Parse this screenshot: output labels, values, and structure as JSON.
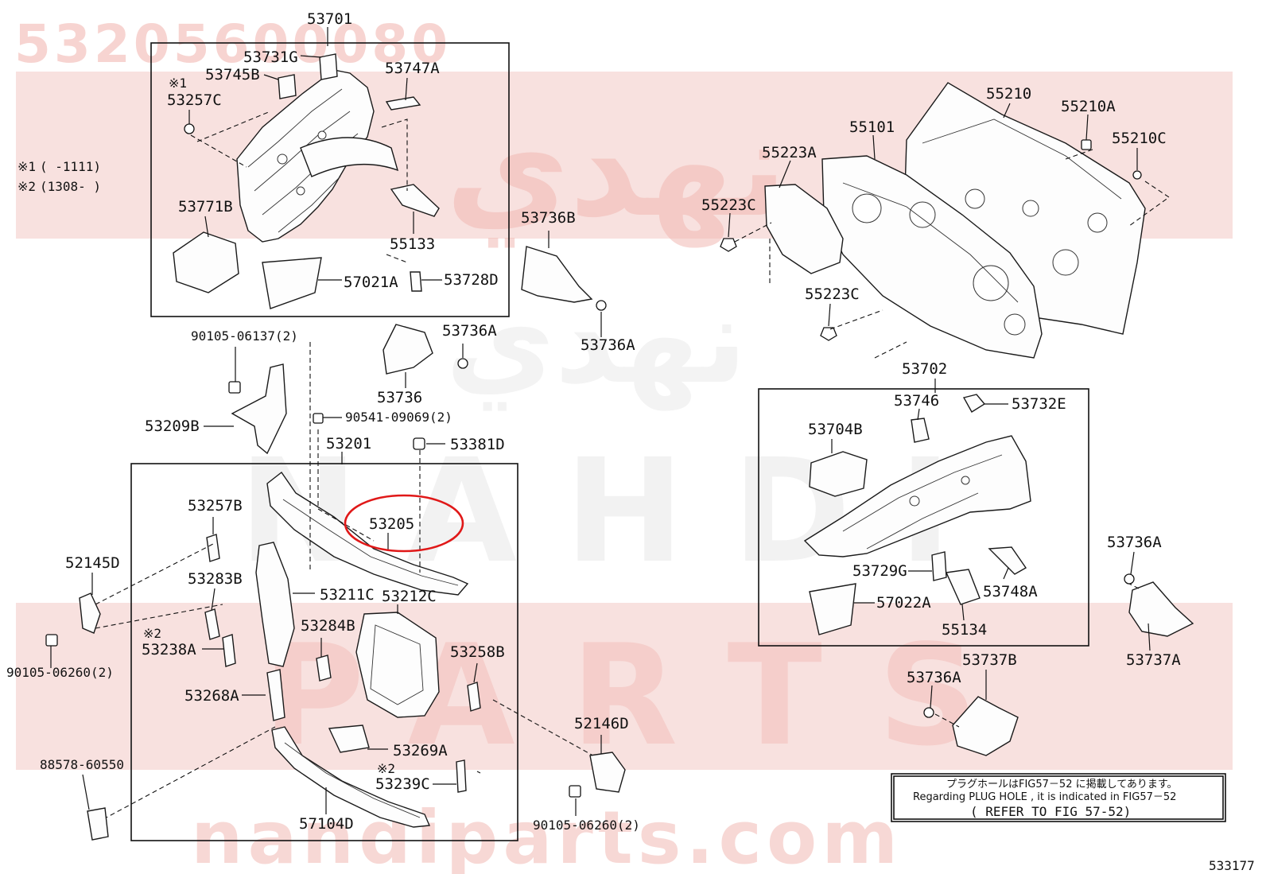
{
  "header": {
    "part_number": "53205600080"
  },
  "watermark": {
    "top": "نهدي",
    "middle": "NAHDI",
    "lower": "PARTS",
    "site": "nandiparts.com"
  },
  "notes": {
    "note1_mark": "※1",
    "note1_range": "(        -1111)",
    "note2_mark": "※2",
    "note2_range": "(1308-        )"
  },
  "labels": {
    "l53701": "53701",
    "l53731G": "53731G",
    "l53745B": "53745B",
    "l53747A": "53747A",
    "mark1": "※1",
    "l53257C": "53257C",
    "l53771B": "53771B",
    "l55133": "55133",
    "l57021A": "57021A",
    "l53728D": "53728D",
    "l53736B": "53736B",
    "l53736A_1": "53736A",
    "l53736A_2": "53736A",
    "l53736": "53736",
    "l90105_06137": "90105-06137(2)",
    "l53209B": "53209B",
    "l90541_09069": "90541-09069(2)",
    "l53201": "53201",
    "l53381D": "53381D",
    "l53205": "53205",
    "l53257B": "53257B",
    "l52145D": "52145D",
    "l53283B": "53283B",
    "l53211C": "53211C",
    "l53212C": "53212C",
    "mark2a": "※2",
    "l53238A": "53238A",
    "l53284B": "53284B",
    "l53258B": "53258B",
    "l90105_06260_a": "90105-06260(2)",
    "l53268A": "53268A",
    "l53269A": "53269A",
    "mark2b": "※2",
    "l53239C": "53239C",
    "l88578_60550": "88578-60550",
    "l57104D": "57104D",
    "l52146D": "52146D",
    "l90105_06260_b": "90105-06260(2)",
    "l55210": "55210",
    "l55101": "55101",
    "l55210A": "55210A",
    "l55223A": "55223A",
    "l55210C": "55210C",
    "l55223C_1": "55223C",
    "l55223C_2": "55223C",
    "l53702": "53702",
    "l53746": "53746",
    "l53732E": "53732E",
    "l53704B": "53704B",
    "l53729G": "53729G",
    "l53748A": "53748A",
    "l57022A": "57022A",
    "l55134": "55134",
    "l53736A_3": "53736A",
    "l53737A": "53737A",
    "l53737B": "53737B",
    "l53736A_4": "53736A"
  },
  "refer_box": {
    "line1": "プラグホールはFIG57－52 に掲載してあります。",
    "line2": "Regarding  PLUG HOLE , it is indicated in  FIG57－52",
    "line3": "( REFER TO FIG 57-52)"
  },
  "footer": {
    "figure_id": "533177"
  },
  "highlight": {
    "part": "53205",
    "color": "#e01818"
  }
}
